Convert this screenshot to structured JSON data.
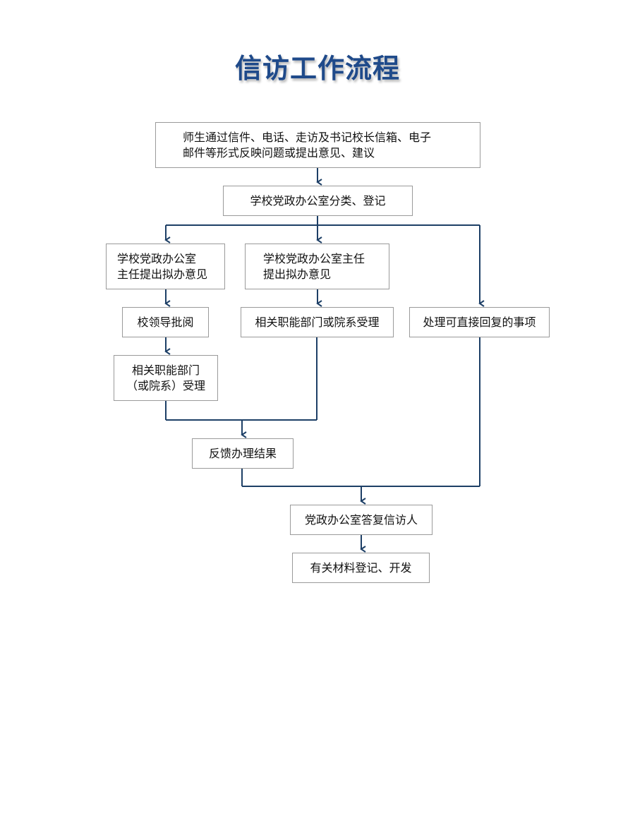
{
  "title": "信访工作流程",
  "colors": {
    "title": "#1f4a8a",
    "connector": "#1d3f66",
    "box_border": "#9a9a9a"
  },
  "steps": {
    "submit": {
      "lines": [
        "师生通过信件、电话、走访及书记校长信箱、电子",
        "邮件等形式反映问题或提出意见、建议"
      ]
    },
    "classify": {
      "lines": [
        "学校党政办公室分类、登记"
      ]
    },
    "director_left": {
      "lines": [
        "学校党政办公室",
        "主任提出拟办意见"
      ]
    },
    "director_mid": {
      "lines": [
        "学校党政办公室主任",
        "提出拟办意见"
      ]
    },
    "leader_review": {
      "lines": [
        "校领导批阅"
      ]
    },
    "dept_left": {
      "lines": [
        "相关职能部门",
        "（或院系）受理"
      ]
    },
    "dept_mid": {
      "lines": [
        "相关职能部门或院系受理"
      ]
    },
    "direct_reply": {
      "lines": [
        "处理可直接回复的事项"
      ]
    },
    "feedback": {
      "lines": [
        "反馈办理结果"
      ]
    },
    "office_reply": {
      "lines": [
        "党政办公室答复信访人"
      ]
    },
    "archive": {
      "lines": [
        "有关材料登记、开发"
      ]
    }
  }
}
